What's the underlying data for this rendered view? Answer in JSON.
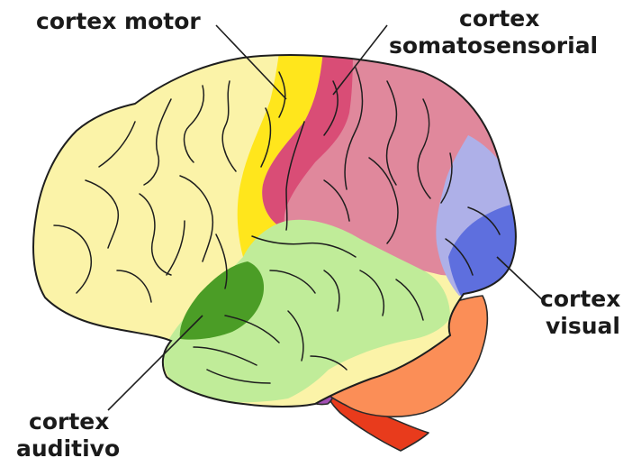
{
  "labels": {
    "motor": "cortex motor",
    "somato_line1": "cortex",
    "somato_line2": "somatosensorial",
    "visual_line1": "cortex",
    "visual_line2": "visual",
    "auditivo_line1": "cortex",
    "auditivo_line2": "auditivo"
  },
  "colors": {
    "frontal": "#fbf3a8",
    "motor": "#ffe61c",
    "somatosensory": "#d94d76",
    "parietal": "#e0889c",
    "occipital_light": "#aeb0e8",
    "visual": "#5e6fde",
    "temporal": "#c0ec99",
    "auditory": "#4b9d26",
    "cerebellum": "#fb8e57",
    "pons": "#a24fb4",
    "brainstem": "#e83b1c",
    "text": "#1a1a1a"
  }
}
